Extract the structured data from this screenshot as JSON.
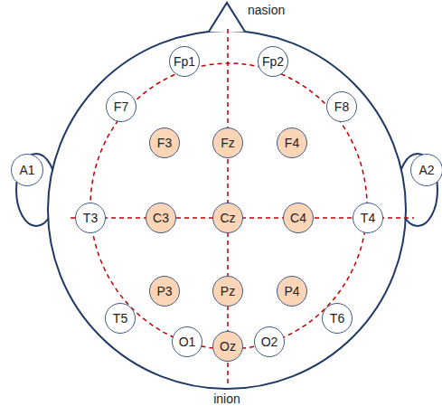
{
  "diagram": {
    "nodes": [
      {
        "text": [
          "Fp1"
        ]
      },
      {
        "text": [
          "Fp2"
        ]
      },
      {
        "text": [
          "F7"
        ]
      },
      {
        "text": [
          "F3"
        ]
      },
      {
        "text": [
          "Fz"
        ]
      },
      {
        "text": [
          "F4"
        ]
      },
      {
        "text": [
          "F8"
        ]
      },
      {
        "text": [
          "A1"
        ]
      },
      {
        "text": [
          "T3"
        ]
      },
      {
        "text": [
          "C3"
        ]
      },
      {
        "text": [
          "Cz"
        ]
      },
      {
        "text": [
          "C4"
        ]
      },
      {
        "text": [
          "T4"
        ]
      },
      {
        "text": [
          "A2"
        ]
      },
      {
        "text": [
          "T5"
        ]
      },
      {
        "text": [
          "P3"
        ]
      },
      {
        "text": [
          "Pz"
        ]
      },
      {
        "text": [
          "P4"
        ]
      },
      {
        "text": [
          "T6"
        ]
      },
      {
        "text": [
          "O1"
        ]
      },
      {
        "text": [
          "Oz"
        ]
      },
      {
        "text": [
          "O2"
        ]
      }
    ],
    "labels": [
      "nasion",
      "inion"
    ]
  }
}
